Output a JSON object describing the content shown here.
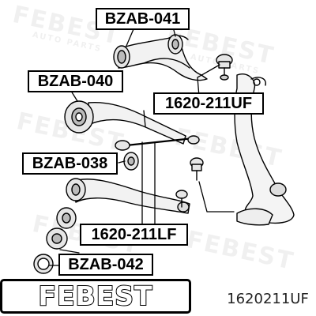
{
  "part_labels": {
    "bzab_041": "BZAB-041",
    "bzab_040": "BZAB-040",
    "uf": "1620-211UF",
    "bzab_038": "BZAB-038",
    "lf": "1620-211LF",
    "bzab_042": "BZAB-042"
  },
  "brand": {
    "logo_text": "FEBEST",
    "watermark_text": "FEBEST",
    "watermark_subtext": "AUTO PARTS"
  },
  "part_number": "1620211UF",
  "colors": {
    "ink": "#000000",
    "background": "#ffffff",
    "part_shade": "#e6e6e6"
  }
}
